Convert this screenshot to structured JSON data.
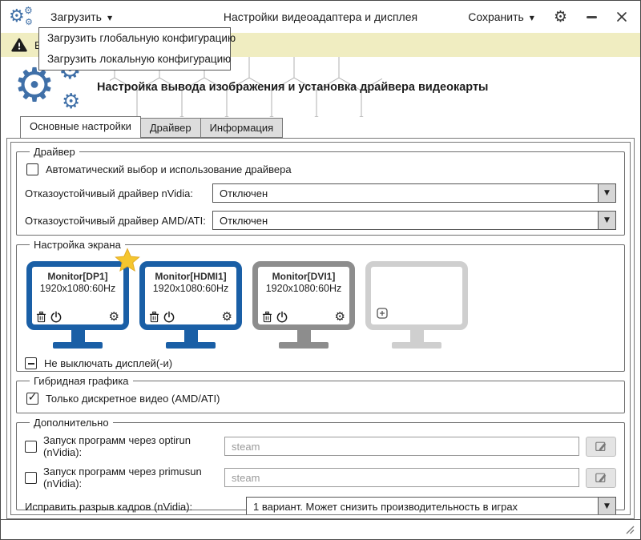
{
  "titlebar": {
    "load_label": "Загрузить",
    "title": "Настройки видеоадаптера и дисплея",
    "save_label": "Сохранить"
  },
  "load_menu": {
    "items": [
      {
        "label": "Загрузить глобальную конфигурацию"
      },
      {
        "label": "Загрузить локальную конфигурацию"
      }
    ]
  },
  "warning_bar": {
    "visible_text": "В"
  },
  "header": {
    "title": "Настройка вывода изображения и установка драйвера видеокарты"
  },
  "tabs": [
    {
      "label": "Основные настройки",
      "active": true
    },
    {
      "label": "Драйвер",
      "active": false
    },
    {
      "label": "Информация",
      "active": false
    }
  ],
  "driver_group": {
    "legend": "Драйвер",
    "auto_driver_checkbox": "Автоматический выбор и использование драйвера",
    "nvidia_failsafe_label": "Отказоустойчивый драйвер nVidia:",
    "nvidia_failsafe_value": "Отключен",
    "amd_failsafe_label": "Отказоустойчивый драйвер AMD/ATI:",
    "amd_failsafe_value": "Отключен"
  },
  "screen_group": {
    "legend": "Настройка экрана",
    "monitors": [
      {
        "name": "Monitor[DP1]",
        "resolution": "1920x1080:60Hz",
        "state": "active-primary",
        "starred": true
      },
      {
        "name": "Monitor[HDMI1]",
        "resolution": "1920x1080:60Hz",
        "state": "active",
        "starred": false
      },
      {
        "name": "Monitor[DVI1]",
        "resolution": "1920x1080:60Hz",
        "state": "inactive",
        "starred": false
      },
      {
        "name": "",
        "resolution": "",
        "state": "empty-slot",
        "starred": false
      }
    ],
    "keep_on_label": "Не выключать дисплей(-и)"
  },
  "hybrid_group": {
    "legend": "Гибридная графика",
    "discrete_only_label": "Только дискретное видео (AMD/ATI)"
  },
  "extra_group": {
    "legend": "Дополнительно",
    "optirun_label": "Запуск программ через optirun (nVidia):",
    "optirun_placeholder": "steam",
    "primusun_label": "Запуск программ через primusun (nVidia):",
    "primusun_placeholder": "steam",
    "tearing_label": "Исправить разрыв кадров (nVidia):",
    "tearing_value": "1 вариант. Может снизить производительность в играх"
  },
  "colors": {
    "accent_blue": "#1a5fa6",
    "gears_blue": "#4070a8",
    "monitor_inactive_gray": "#8d8d8d",
    "monitor_empty_gray": "#cfcfcf",
    "warning_yellow": "#f0edc1",
    "star_gold": "#f5c62e"
  }
}
